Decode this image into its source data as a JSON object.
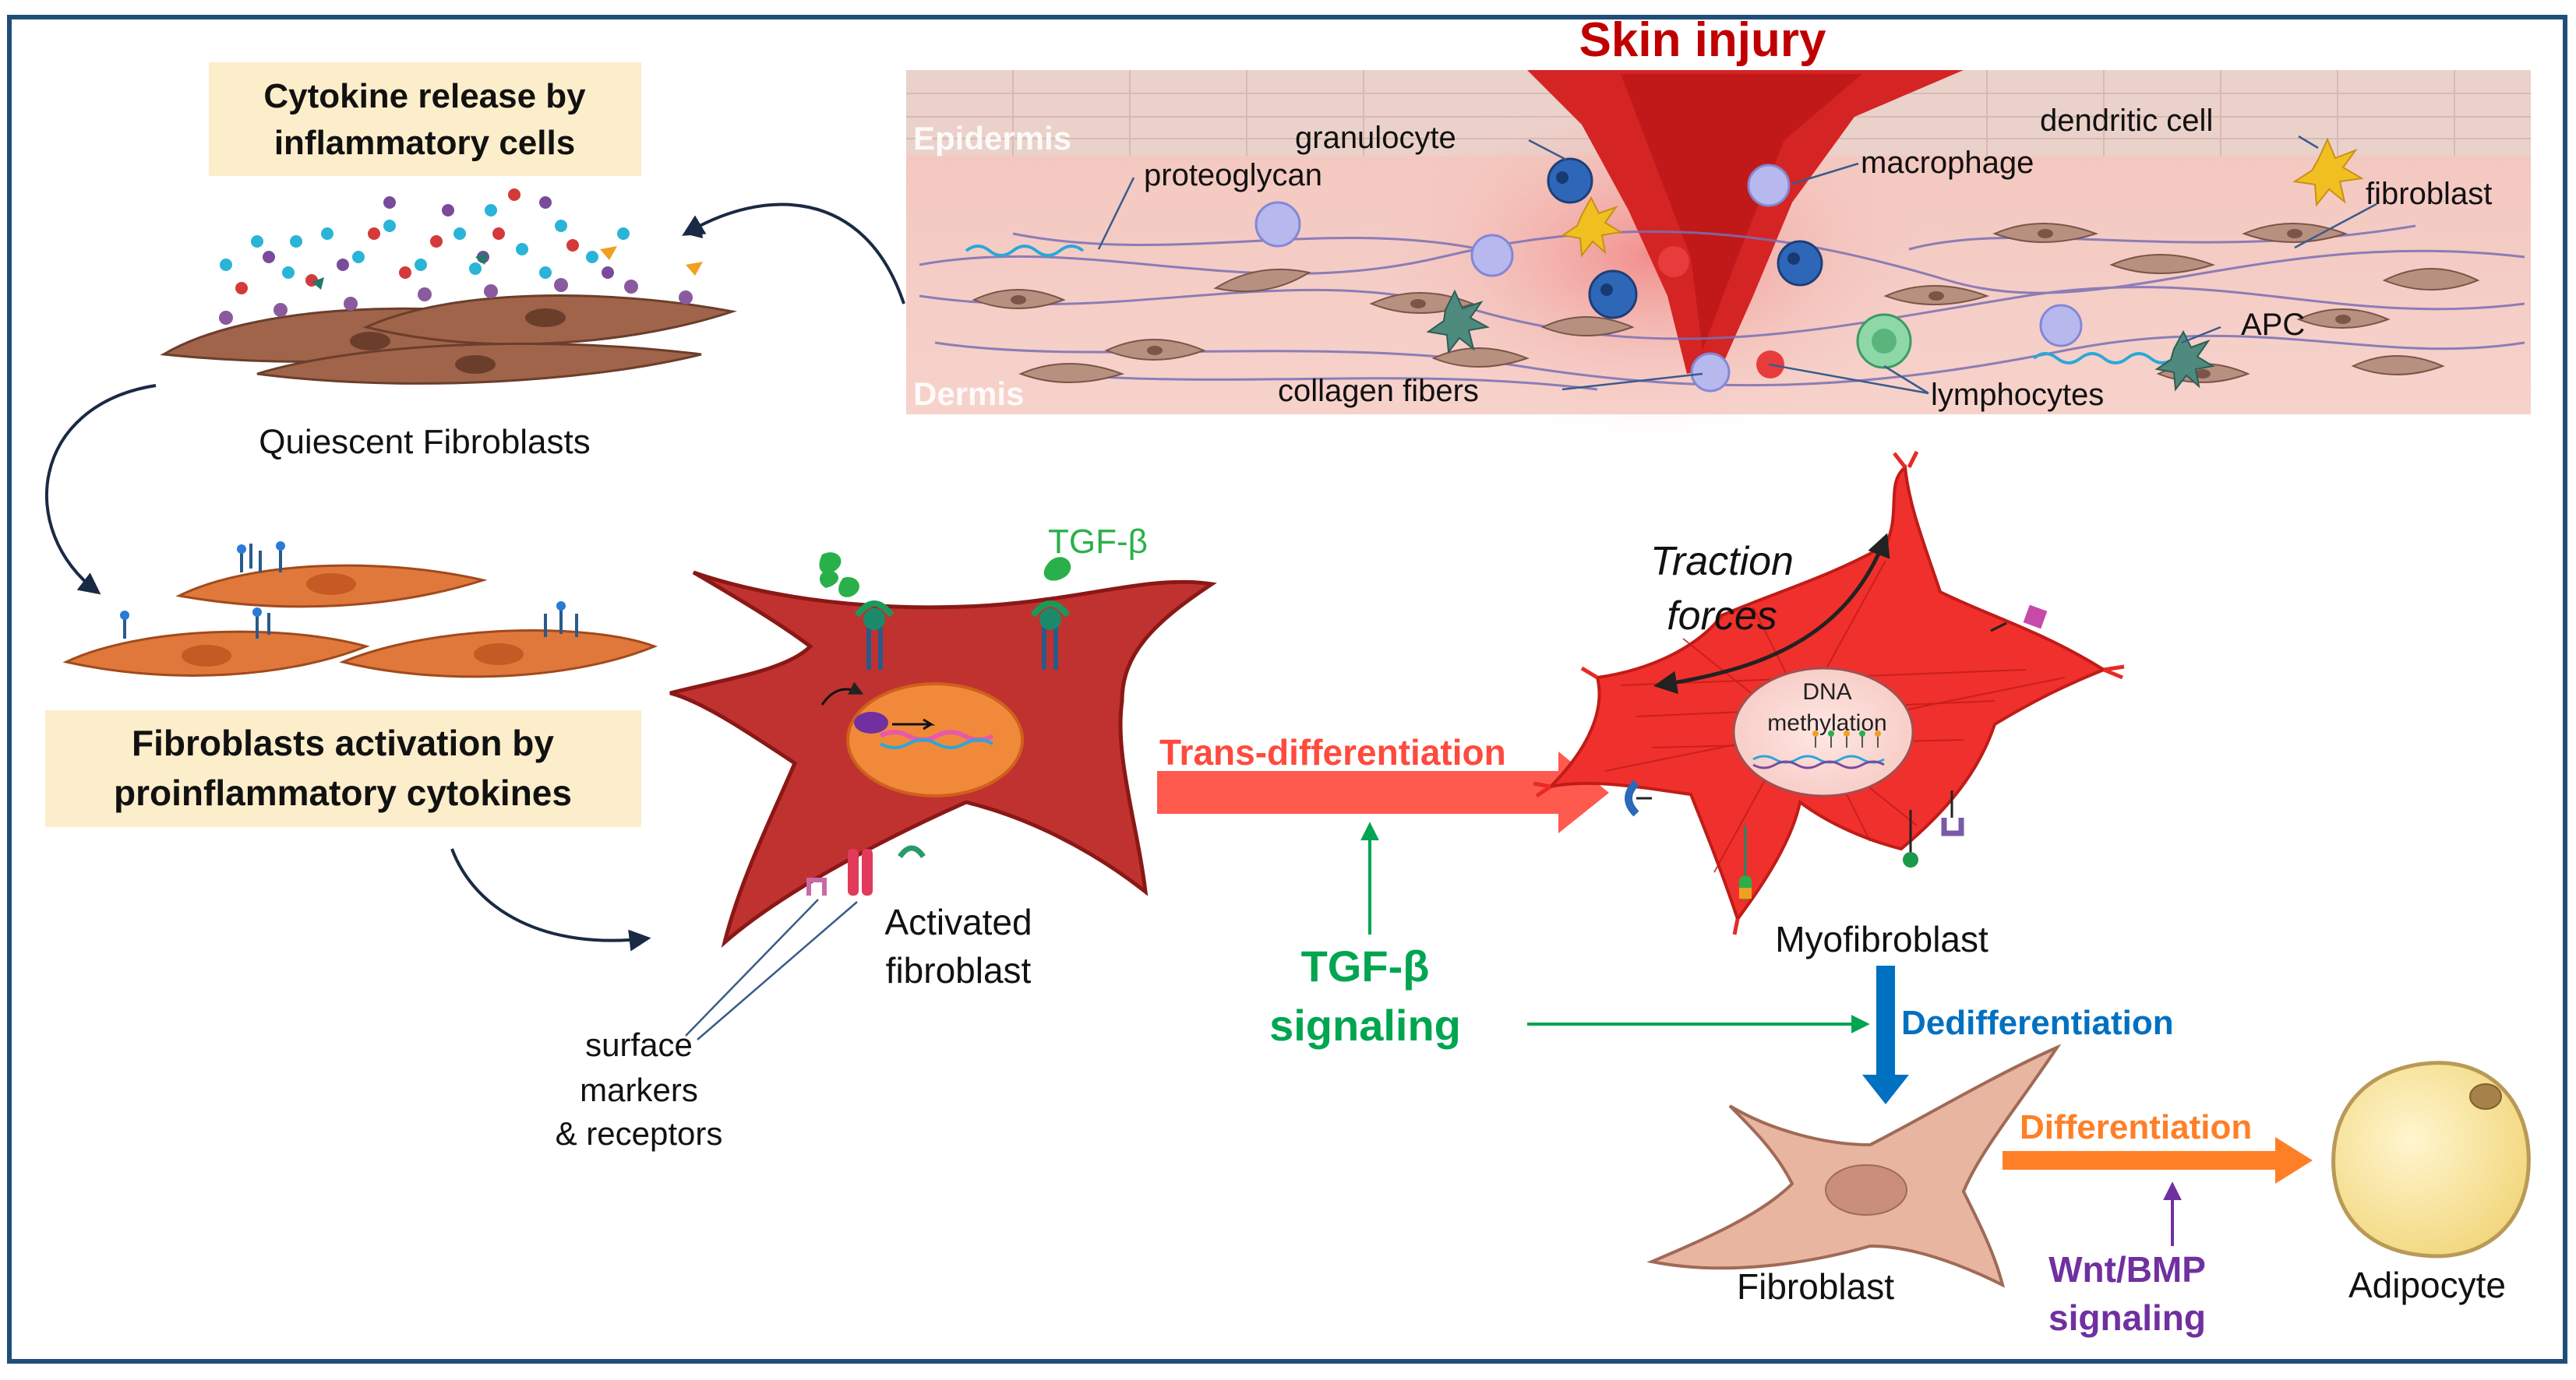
{
  "colors": {
    "frame": "#1f4e79",
    "injury_red": "#c00000",
    "trans_diff": "#ff5a4e",
    "tgf_green": "#00a550",
    "dediff_blue": "#0070c0",
    "diff_orange": "#ff7f27",
    "wnt_purple": "#7030a0",
    "label_box": "#fdeecb",
    "activated_cell": "#c0322f",
    "myofibroblast": "#f0302c",
    "fibroblast_pink": "#e8b6a0",
    "adipocyte": "#f8e59a",
    "quiescent_cell": "#a0644a",
    "primed_cell": "#e0783c"
  },
  "skin_panel": {
    "title": "Skin injury",
    "layers": {
      "epidermis": "Epidermis",
      "dermis": "Dermis"
    },
    "labels": {
      "granulocyte": "granulocyte",
      "macrophage": "macrophage",
      "dendritic_cell": "dendritic cell",
      "proteoglycan": "proteoglycan",
      "fibroblast": "fibroblast",
      "apc": "APC",
      "collagen_fibers": "collagen fibers",
      "lymphocytes": "lymphocytes"
    }
  },
  "left_panel": {
    "cytokine_box": {
      "line1": "Cytokine release by",
      "line2": "inflammatory cells"
    },
    "quiescent_label": "Quiescent Fibroblasts",
    "activation_box": {
      "line1": "Fibroblasts activation by",
      "line2": "proinflammatory cytokines"
    }
  },
  "activated": {
    "tgf_label": "TGF-β",
    "cell_label": {
      "line1": "Activated",
      "line2": "fibroblast"
    },
    "markers_label": {
      "line1": "surface",
      "line2": "markers",
      "line3": "& receptors"
    }
  },
  "center": {
    "trans_label": "Trans-differentiation",
    "tgf_signaling": {
      "line1": "TGF-β",
      "line2": "signaling"
    }
  },
  "myo": {
    "traction": {
      "line1": "Traction",
      "line2": "forces"
    },
    "dna": {
      "line1": "DNA",
      "line2": "methylation"
    },
    "label": "Myofibroblast"
  },
  "lower_right": {
    "dediff_label": "Dedifferentiation",
    "fibroblast_label": "Fibroblast",
    "diff_label": "Differentiation",
    "wnt": {
      "line1": "Wnt/BMP",
      "line2": "signaling"
    },
    "adipocyte_label": "Adipocyte"
  }
}
